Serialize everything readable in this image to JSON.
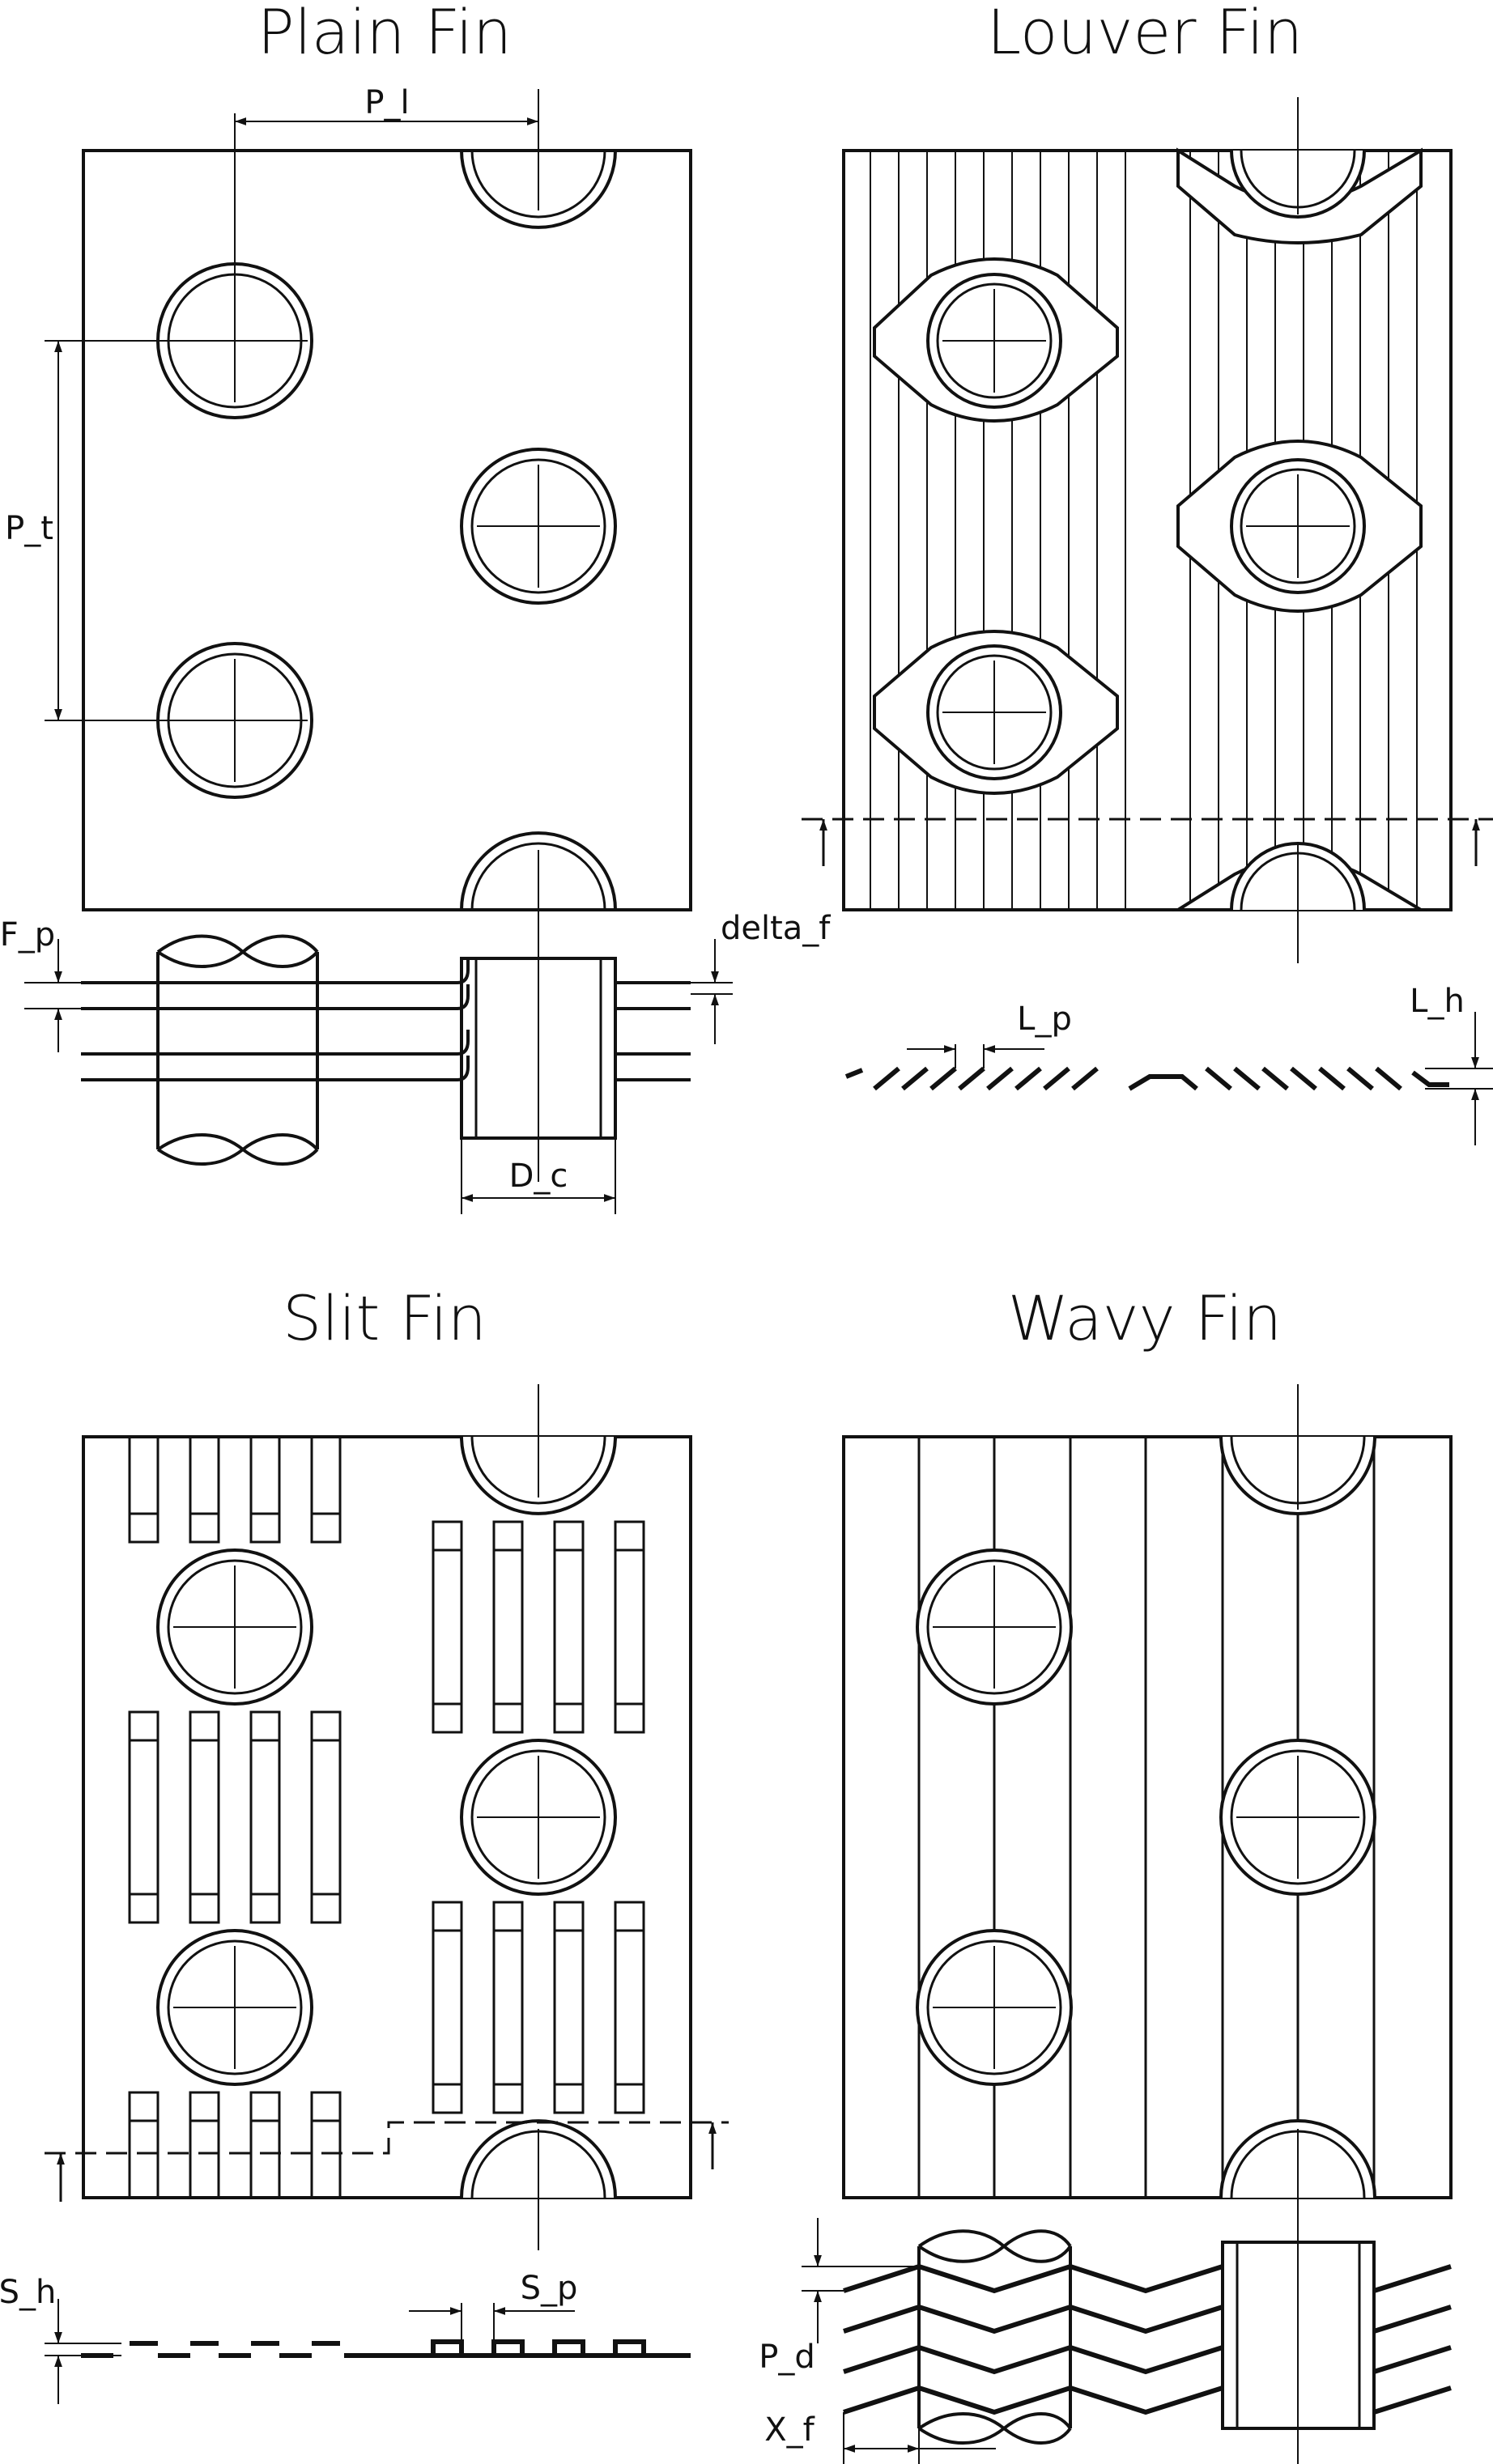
{
  "panels": {
    "plain": {
      "title": "Plain Fin",
      "labels": {
        "pl": "P_l",
        "pt": "P_t",
        "fp": "F_p",
        "delta": "delta_f",
        "dc": "D_c"
      }
    },
    "louver": {
      "title": "Louver Fin",
      "labels": {
        "lp": "L_p",
        "lh": "L_h"
      }
    },
    "slit": {
      "title": "Slit Fin",
      "labels": {
        "sh": "S_h",
        "sp": "S_p"
      }
    },
    "wavy": {
      "title": "Wavy Fin",
      "labels": {
        "pd": "P_d",
        "xf": "X_f"
      }
    }
  },
  "colors": {
    "line": "#111111",
    "background": "#ffffff"
  }
}
